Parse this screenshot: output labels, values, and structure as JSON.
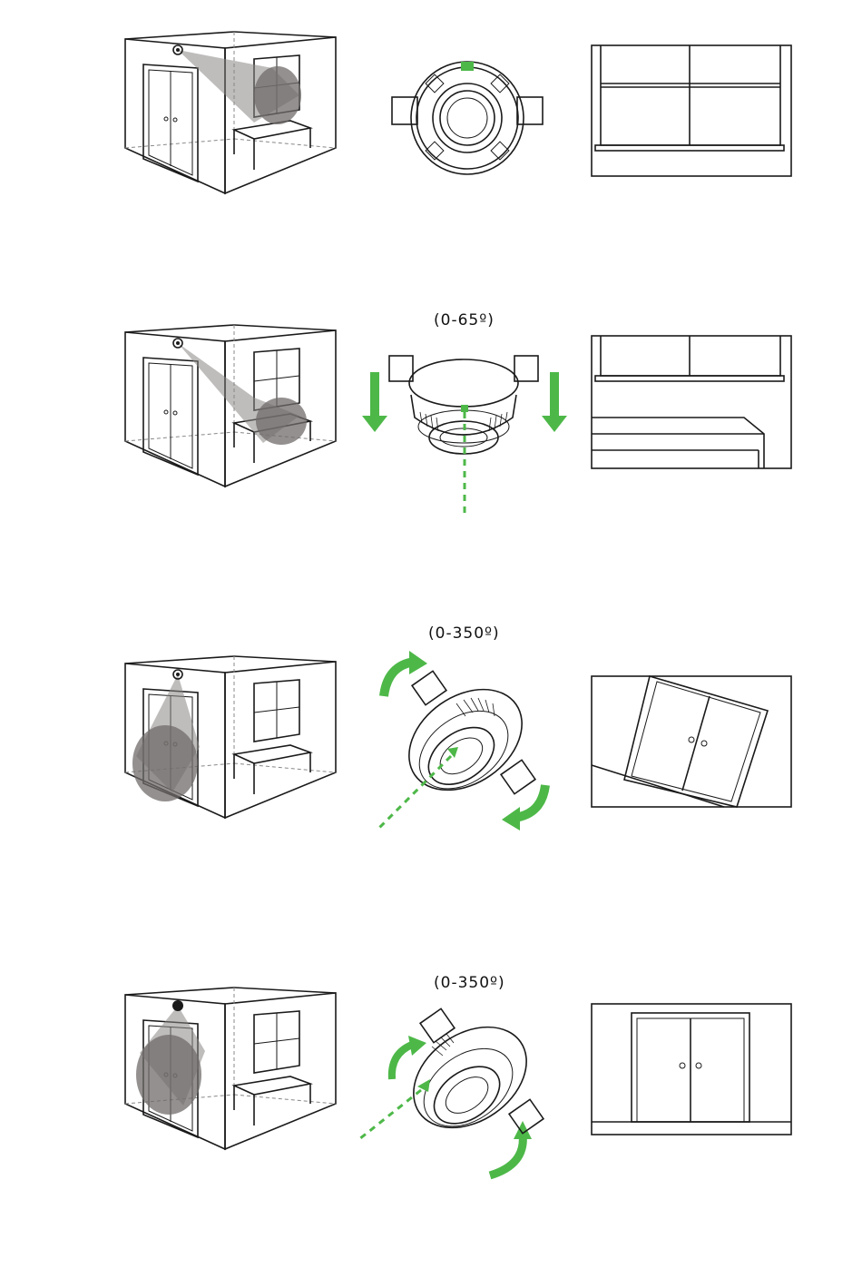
{
  "steps": [
    {
      "angle_label": ""
    },
    {
      "angle_label": "(0-65º)"
    },
    {
      "angle_label": "(0-350º)"
    },
    {
      "angle_label": "(0-350º)"
    }
  ],
  "colors": {
    "accent": "#4db848",
    "beam": "#8a8685",
    "line": "#1a1a1a"
  },
  "icons": [
    "room-icon",
    "camera-dome-icon",
    "tilt-arrow-icon",
    "rotate-arrow-icon",
    "view-frame-icon"
  ]
}
